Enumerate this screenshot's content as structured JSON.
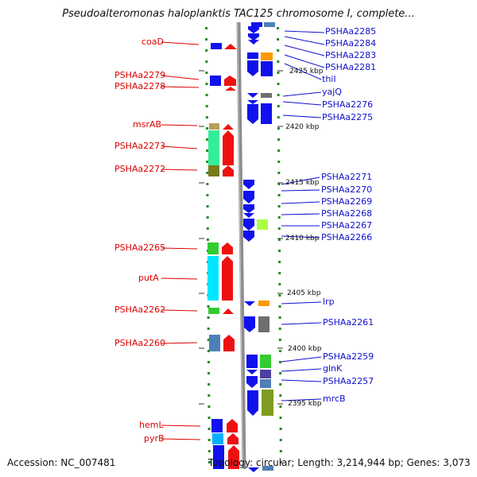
{
  "title": "Pseudoalteromonas haloplanktis TAC125 chromosome I, complete...",
  "footer": {
    "accession": "Accession: NC_007481",
    "summary": "Topology: circular; Length: 3,214,944 bp; Genes: 3,073"
  },
  "colors": {
    "backbone": "#8c8c8c",
    "red": "#ee1111",
    "blue": "#1111ee",
    "orange": "#ff9900",
    "gray": "#6e6e6e",
    "teal": "#2aa3b8",
    "tan": "#b7a05b",
    "mint": "#33ee99",
    "olive": "#7a7a1a",
    "green": "#33cc33",
    "cyan": "#00e5ff",
    "steel": "#4f7fb8",
    "lime": "#aaff44",
    "indigo": "#4b3fa0",
    "oliveGreen": "#7d9d20",
    "labelRed": "#dd0000",
    "labelBlue": "#1010cc"
  },
  "left_genes": [
    "coaD",
    "PSHAa2279",
    "PSHAa2278",
    "msrAB",
    "PSHAa2273",
    "PSHAa2272",
    "PSHAa2265",
    "putA",
    "PSHAa2262",
    "PSHAa2260",
    "hemL",
    "pyrB"
  ],
  "right_genes": [
    "PSHAa2285",
    "PSHAa2284",
    "PSHAa2283",
    "PSHAa2281",
    "thiI",
    "yajQ",
    "PSHAa2276",
    "PSHAa2275",
    "PSHAa2271",
    "PSHAa2270",
    "PSHAa2269",
    "PSHAa2268",
    "PSHAa2267",
    "PSHAa2266",
    "lrp",
    "PSHAa2261",
    "PSHAa2259",
    "glnK",
    "PSHAa2257",
    "mrcB"
  ],
  "scale_labels": [
    "2425 kbp",
    "2420 kbp",
    "2415 kbp",
    "2410 kbp",
    "2405 kbp",
    "2400 kbp",
    "2395 kbp"
  ]
}
